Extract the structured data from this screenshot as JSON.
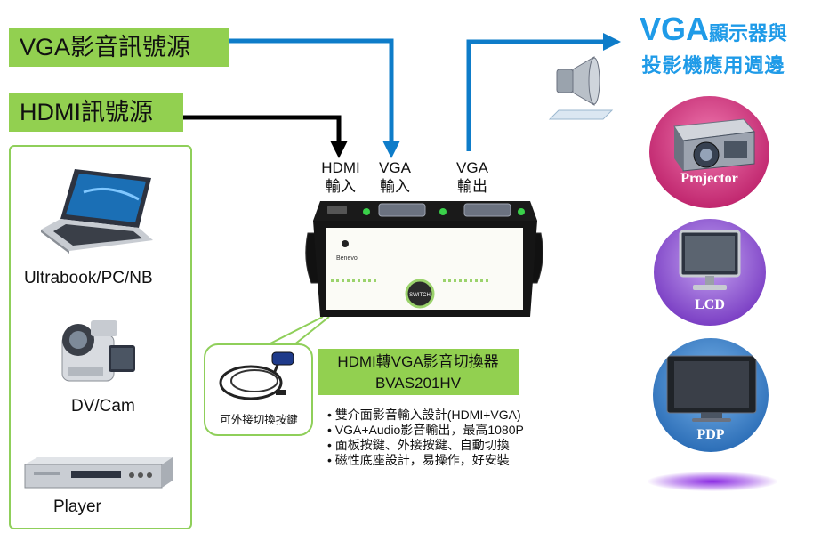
{
  "sources": {
    "vga": "VGA影音訊號源",
    "hdmi": "HDMI訊號源"
  },
  "devices": {
    "ultrabook": "Ultrabook/PC/NB",
    "dvcam": "DV/Cam",
    "player": "Player"
  },
  "ports": {
    "hdmi_in": {
      "line1": "HDMI",
      "line2": "輸入"
    },
    "vga_in": {
      "line1": "VGA",
      "line2": "輸入"
    },
    "vga_out": {
      "line1": "VGA",
      "line2": "輸出"
    }
  },
  "destination": {
    "title_big": "VGA",
    "title_small": "顯示器與",
    "title_line2": "投影機應用週邊",
    "projector": "Projector",
    "lcd": "LCD",
    "pdp": "PDP"
  },
  "device_front": {
    "brand": "Benevo",
    "switch_label": "SWITCH"
  },
  "product": {
    "name": "HDMI轉VGA影音切換器",
    "model": "BVAS201HV"
  },
  "switch_caption": "可外接切換按鍵",
  "features": [
    "雙介面影音輸入設計(HDMI+VGA)",
    "VGA+Audio影音輸出，最高1080P",
    "面板按鍵、外接按鍵、自動切換",
    "磁性底座設計，易操作，好安裝"
  ],
  "colors": {
    "green": "#92d050",
    "blue_arrow": "#0e7cc9",
    "title_blue": "#1f9be8"
  }
}
